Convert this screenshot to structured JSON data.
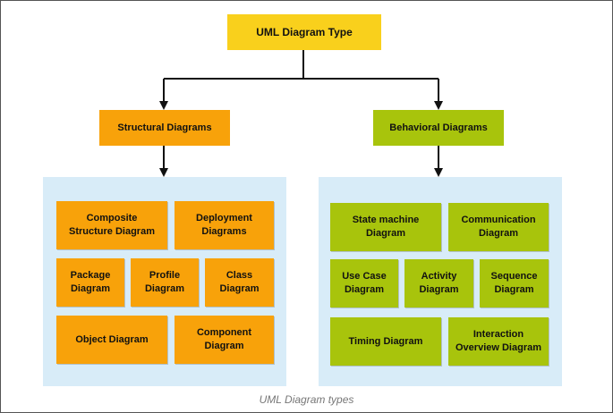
{
  "root": {
    "label": "UML Diagram Type"
  },
  "structural": {
    "label": "Structural Diagrams",
    "items": [
      {
        "label": "Composite\nStructure Diagram"
      },
      {
        "label": "Deployment\nDiagrams"
      },
      {
        "label": "Package\nDiagram"
      },
      {
        "label": "Profile\nDiagram"
      },
      {
        "label": "Class\nDiagram"
      },
      {
        "label": "Object Diagram"
      },
      {
        "label": "Component\nDiagram"
      }
    ]
  },
  "behavioral": {
    "label": "Behavioral Diagrams",
    "items": [
      {
        "label": "State machine\nDiagram"
      },
      {
        "label": "Communication\nDiagram"
      },
      {
        "label": "Use Case\nDiagram"
      },
      {
        "label": "Activity\nDiagram"
      },
      {
        "label": "Sequence\nDiagram"
      },
      {
        "label": "Timing Diagram"
      },
      {
        "label": "Interaction\nOverview Diagram"
      }
    ]
  },
  "caption": "UML Diagram types",
  "colors": {
    "root": "#f9d01c",
    "structural": "#f8a20a",
    "behavioral": "#a8c40c",
    "panel": "#d8ecf8",
    "connector": "#111111"
  }
}
